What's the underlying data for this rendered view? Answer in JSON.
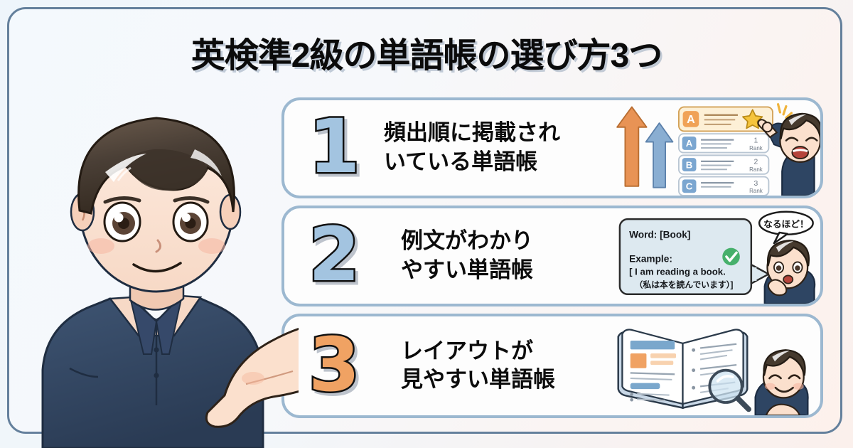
{
  "page": {
    "title": "英検準2級の単語帳の選び方3つ",
    "background_gradient_start": "#eef5fb",
    "background_gradient_end": "#fbf0ec",
    "frame_border_color": "#64809c"
  },
  "cards": [
    {
      "number": "1",
      "number_color": "#a3c4e0",
      "text": "頻出順に掲載され\nいている単語帳",
      "art": "rank-list-with-arrows",
      "art_details": {
        "highlight_row": {
          "letter": "A",
          "has_star": true,
          "badge_color": "#f0a263"
        },
        "rows": [
          {
            "letter": "A",
            "rank_number": "1",
            "rank_label": "Rank"
          },
          {
            "letter": "B",
            "rank_number": "2",
            "rank_label": "Rank"
          },
          {
            "letter": "C",
            "rank_number": "3",
            "rank_label": "Rank"
          }
        ],
        "arrows": [
          {
            "color": "#e08a49",
            "direction": "up"
          },
          {
            "color": "#6f9ecb",
            "direction": "up"
          }
        ],
        "character": "boy-pointing-up"
      }
    },
    {
      "number": "2",
      "number_color": "#a3c4e0",
      "text": "例文がわかり\nやすい単語帳",
      "art": "word-example-card",
      "art_details": {
        "word_line": "Word: [Book]",
        "example_label": "Example:",
        "example_en": "[ I am reading a book.",
        "example_ja": "（私は本を読んでいます）]",
        "check_badge_color": "#46b06b",
        "speech_bubble": "なるほど！",
        "character": "boy-thinking"
      }
    },
    {
      "number": "3",
      "number_color": "#f0a263",
      "text": "レイアウトが\n見やすい単語帳",
      "art": "open-book-with-magnifier",
      "art_details": {
        "book_accent_blue": "#7aa7cc",
        "book_accent_orange": "#f0a263",
        "magnifier": true,
        "character": "boy-smiling"
      }
    }
  ]
}
